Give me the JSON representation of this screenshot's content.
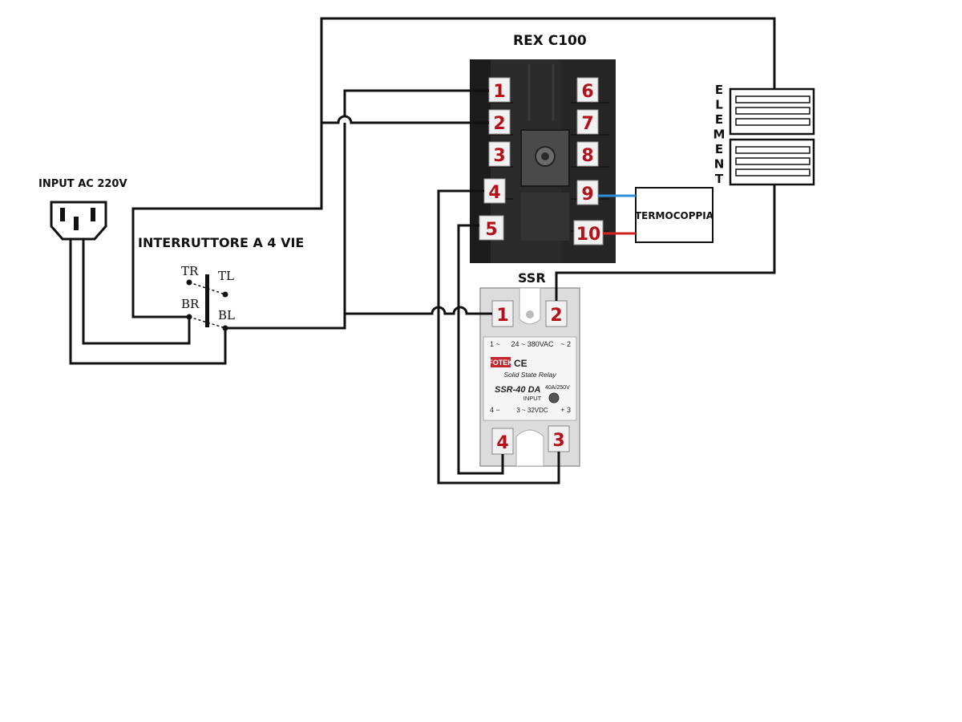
{
  "title_controller": "REX C100",
  "title_ssr": "SSR",
  "label_input": "INPUT AC 220V",
  "label_switch": "INTERRUTTORE A 4 VIE",
  "switch_pins": {
    "tr": "TR",
    "tl": "TL",
    "br": "BR",
    "bl": "BL"
  },
  "label_thermo": "TERMOCOPPIA",
  "label_element": "ELEMENT",
  "rex_terminals": [
    "1",
    "2",
    "3",
    "4",
    "5",
    "6",
    "7",
    "8",
    "9",
    "10"
  ],
  "ssr_terminals": [
    "1",
    "2",
    "4",
    "3"
  ],
  "ssr_face": {
    "brand": "FOTEK",
    "marks": "CE",
    "type": "Solid State Relay",
    "model": "SSR-40 DA",
    "rating": "40A/250V",
    "ac_range": "24 ~ 380VAC",
    "ac_left": "1 ~",
    "ac_right": "~ 2",
    "input_label": "INPUT",
    "dc_range": "3 ~ 32VDC",
    "dc_left": "4 −",
    "dc_right": "+ 3"
  },
  "colors": {
    "wire": "#111111",
    "terminal_number": "#b3121b",
    "thermo_blue": "#2a8fd6",
    "thermo_red": "#d0231f",
    "controller_body": "#2b2b2b"
  }
}
